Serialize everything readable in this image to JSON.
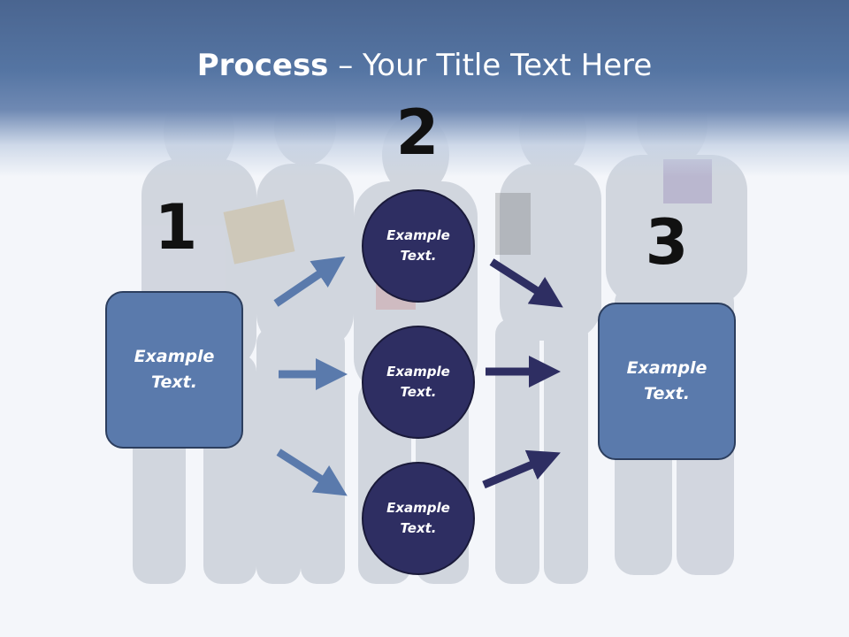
{
  "slide": {
    "title_bold": "Process",
    "title_rest": " – Your Title Text Here"
  },
  "steps": [
    "1",
    "2",
    "3"
  ],
  "left_box": {
    "text": "Example\nText."
  },
  "circles": [
    {
      "text": "Example\nText."
    },
    {
      "text": "Example\nText."
    },
    {
      "text": "Example\nText."
    }
  ],
  "right_box": {
    "text": "Example\nText."
  },
  "colors": {
    "header": "#5575a3",
    "box_fill": "#5a7aac",
    "circle_fill": "#2e2e62",
    "arrow_light": "#5a7aac",
    "arrow_dark": "#2e2e62"
  }
}
